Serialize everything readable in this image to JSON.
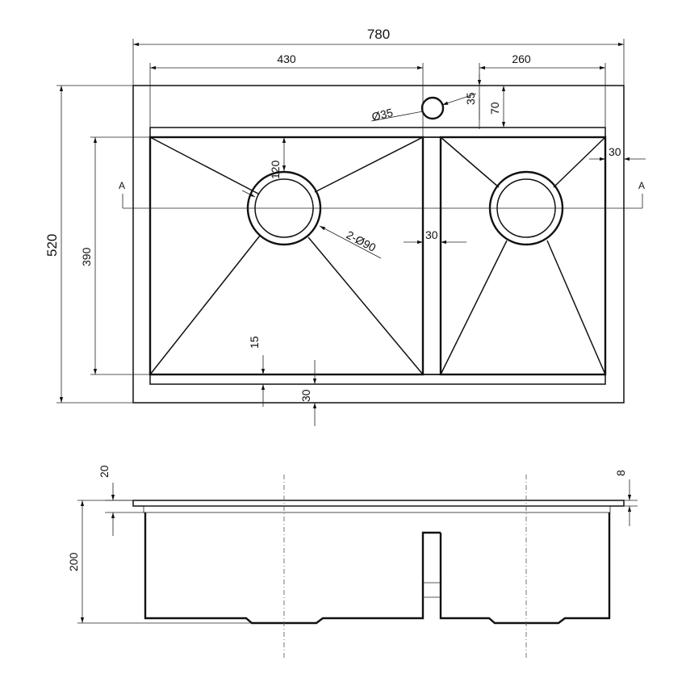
{
  "dimensions": {
    "overall_width": "780",
    "overall_depth": "520",
    "left_bowl_width": "430",
    "right_bowl_width": "260",
    "tap_hole": "Ø35",
    "tap_hole_offset": "35",
    "tap_hole_from_back": "70",
    "bowl_depth": "390",
    "drain_offset": "120",
    "drains": "2-Ø90",
    "divider": "30",
    "right_margin": "30",
    "ledge": "15",
    "front_margin": "30",
    "flange_height": "20",
    "rim_thickness": "8",
    "bowl_height": "200"
  },
  "section": {
    "left_marker": "A",
    "right_marker": "A"
  }
}
